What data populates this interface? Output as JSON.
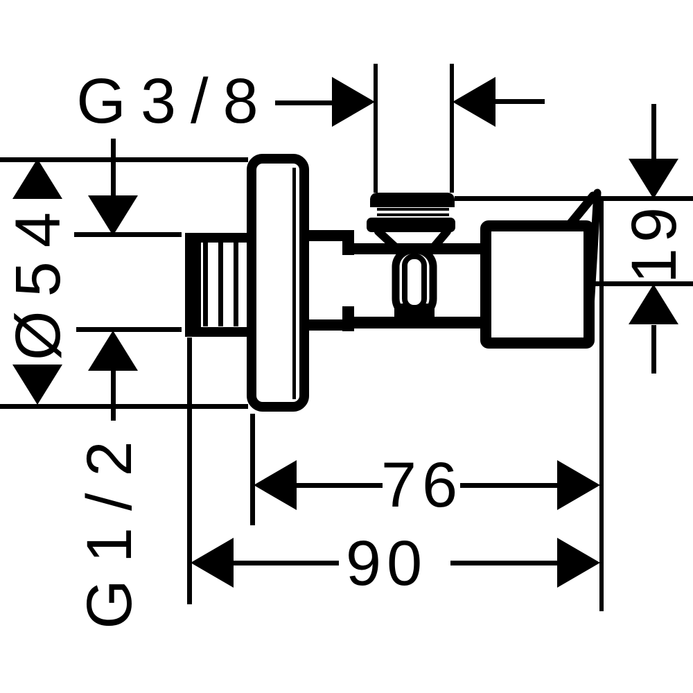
{
  "labels": {
    "outlet_thread": "G3/8",
    "escutcheon_diameter": "Ø54",
    "inlet_thread": "G1/2",
    "lever_offset": "19",
    "depth_to_lever": "76",
    "total_depth": "90"
  },
  "colors": {
    "ink": "#000000",
    "background": "#ffffff"
  }
}
